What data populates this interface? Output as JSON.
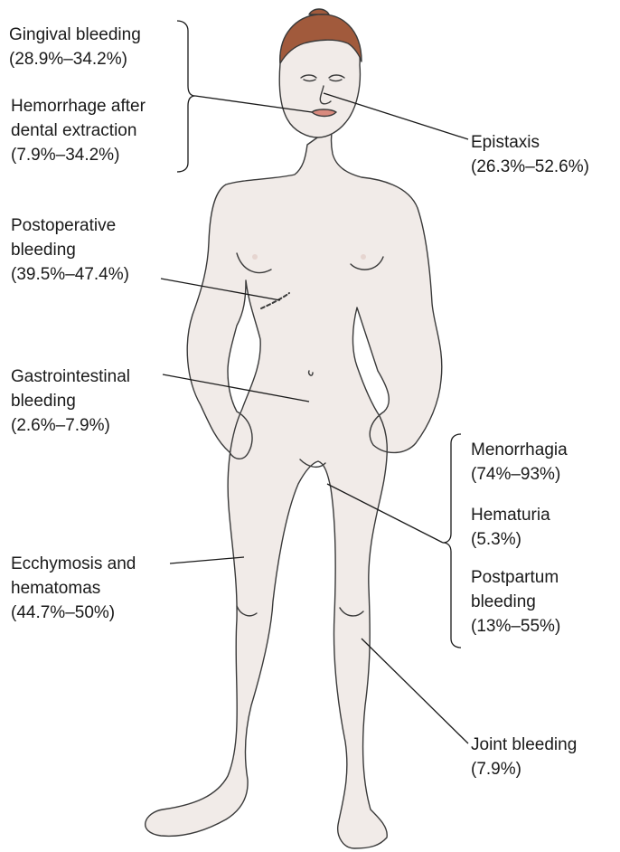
{
  "labels": {
    "gingival": [
      "Gingival bleeding",
      "(28.9%–34.2%)"
    ],
    "dental": [
      "Hemorrhage after",
      "dental extraction",
      "(7.9%–34.2%)"
    ],
    "epistaxis": [
      "Epistaxis",
      "(26.3%–52.6%)"
    ],
    "postoperative": [
      "Postoperative",
      "bleeding",
      "(39.5%–47.4%)"
    ],
    "gastrointestinal": [
      "Gastrointestinal",
      "bleeding",
      "(2.6%–7.9%)"
    ],
    "menorrhagia": [
      "Menorrhagia",
      "(74%–93%)"
    ],
    "hematuria": [
      "Hematuria",
      "(5.3%)"
    ],
    "postpartum": [
      "Postpartum",
      "bleeding",
      "(13%–55%)"
    ],
    "ecchymosis": [
      "Ecchymosis and",
      "hematomas",
      "(44.7%–50%)"
    ],
    "joint": [
      "Joint bleeding",
      "(7.9%)"
    ]
  },
  "colors": {
    "skin": "#f1ebe8",
    "outline": "#3a3a3a",
    "hair": "#a15a3c",
    "lips": "#d98a7e",
    "leader": "#1a1a1a"
  }
}
